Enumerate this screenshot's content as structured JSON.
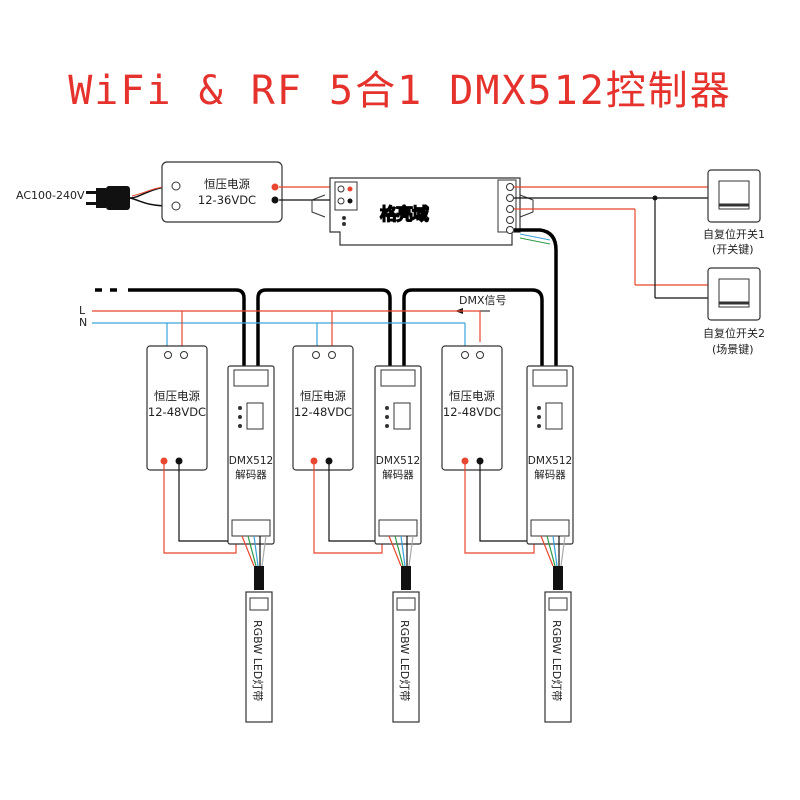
{
  "title": "WiFi & RF 5合1 DMX512控制器",
  "input_power": {
    "label": "AC100-240V"
  },
  "main_power_supply": {
    "name": "恒压电源",
    "voltage": "12-36VDC"
  },
  "controller": {
    "logo_text": "格亮域"
  },
  "switches": [
    {
      "label": "自复位开关1",
      "sublabel": "(开关键)"
    },
    {
      "label": "自复位开关2",
      "sublabel": "(场景键)"
    }
  ],
  "mains_lines": {
    "live": "L",
    "neutral": "N"
  },
  "dmx_signal_label": "DMX信号",
  "units": [
    {
      "psu_name": "恒压电源",
      "psu_voltage": "12-48VDC",
      "decoder_line1": "DMX512",
      "decoder_line2": "解码器",
      "strip_label": "RGBW LED灯带"
    },
    {
      "psu_name": "恒压电源",
      "psu_voltage": "12-48VDC",
      "decoder_line1": "DMX512",
      "decoder_line2": "解码器",
      "strip_label": "RGBW LED灯带"
    },
    {
      "psu_name": "恒压电源",
      "psu_voltage": "12-48VDC",
      "decoder_line1": "DMX512",
      "decoder_line2": "解码器",
      "strip_label": "RGBW LED灯带"
    }
  ],
  "colors": {
    "title": "#e5322d",
    "wire_red": "#e8462e",
    "wire_blue": "#3aa3d8",
    "wire_black": "#000000",
    "wire_green": "#2e9b4a",
    "outline": "#333333"
  }
}
